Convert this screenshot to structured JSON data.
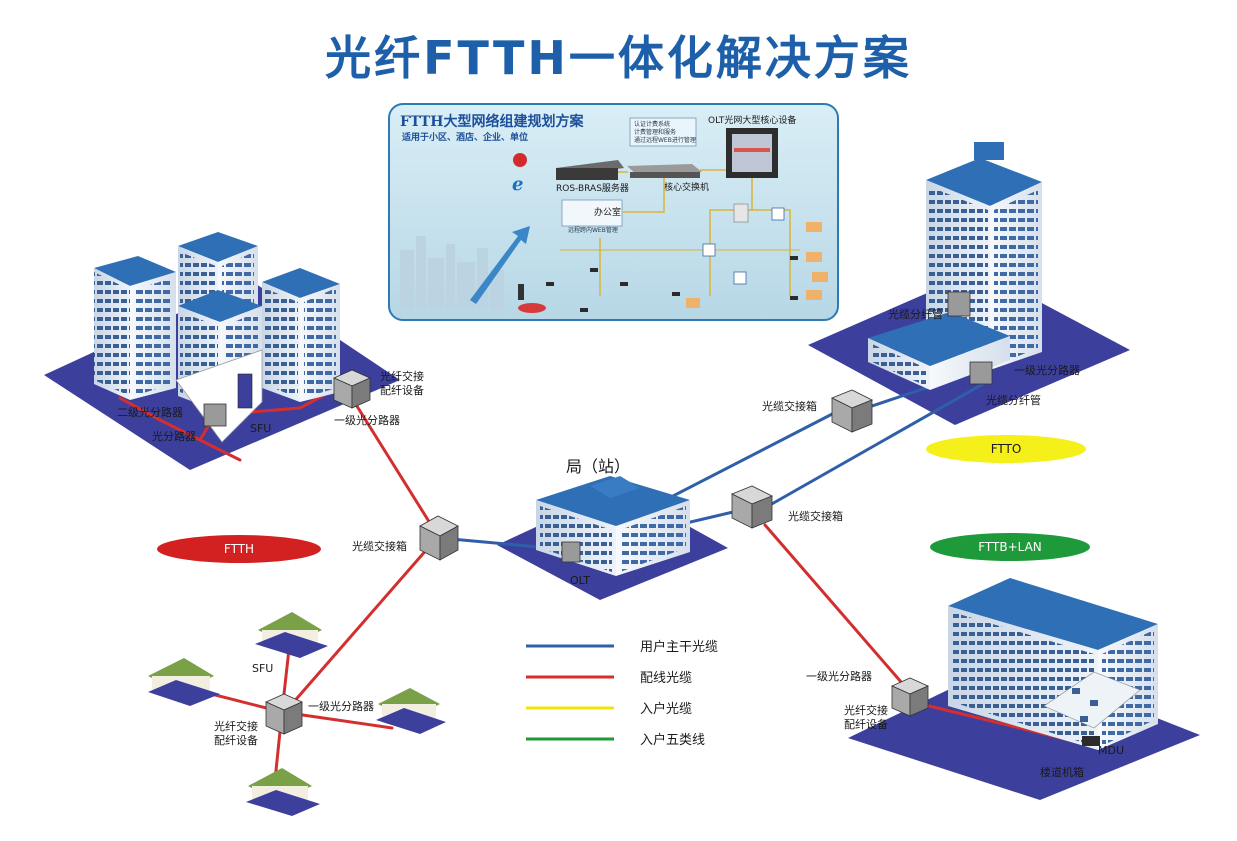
{
  "title": "光纤FTTH一体化解决方案",
  "inset": {
    "title": "FTTH大型网络组建规划方案",
    "subtitle": "适用于小区、酒店、企业、单位",
    "olt_core": "OLT光网大型核心设备",
    "bras": "ROS-BRAS服务器",
    "core_switch": "核心交换机",
    "office": "办公室",
    "remote": "远程跨内WEB管理",
    "note_lines": [
      "认证计费系统",
      "计费管理和服务",
      "通过远程WEB进行管理"
    ]
  },
  "labels": {
    "fiber_cross_box_equip": [
      "光纤交接",
      "配纤设备"
    ],
    "secondary_splitter": "二级光分路器",
    "optical_splitter": "光分路器",
    "sfu": "SFU",
    "primary_splitter": "一级光分路器",
    "cable_cross_box": "光缆交接箱",
    "office_station": "局（站）",
    "olt": "OLT",
    "cable_splitter_tube": "光缆分纤管",
    "mdu": "MDU",
    "corridor_box": "楼道机箱"
  },
  "ovals": {
    "ftth": {
      "label": "FTTH",
      "color": "#d32020",
      "text_color": "#ffffff"
    },
    "ftto": {
      "label": "FTTO",
      "color": "#f5ef1a",
      "text_color": "#1a1a1a"
    },
    "fttb": {
      "label": "FTTB+LAN",
      "color": "#1f9a3a",
      "text_color": "#ffffff"
    }
  },
  "legend": [
    {
      "label": "用户主干光缆",
      "color": "#2f5fa8"
    },
    {
      "label": "配线光缆",
      "color": "#d32f2f"
    },
    {
      "label": "入户光缆",
      "color": "#f2e600"
    },
    {
      "label": "入户五类线",
      "color": "#1f9a3a"
    }
  ],
  "colors": {
    "title": "#1d5fa8",
    "ground": "#3c3f9c",
    "building": "#e8eef6",
    "roof": "#2f6fb5"
  }
}
